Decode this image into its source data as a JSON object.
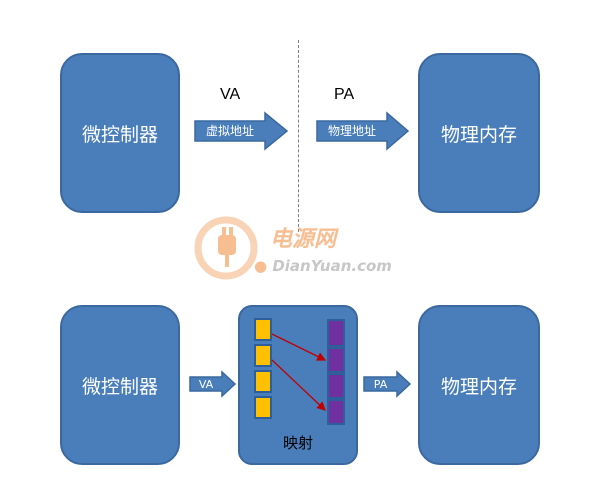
{
  "top": {
    "controller_label": "微控制器",
    "memory_label": "物理内存",
    "va_title": "VA",
    "pa_title": "PA",
    "va_arrow_text": "虚拟地址",
    "pa_arrow_text": "物理地址"
  },
  "bottom": {
    "controller_label": "微控制器",
    "memory_label": "物理内存",
    "va_arrow_text": "VA",
    "pa_arrow_text": "PA",
    "mapping_label": "映射"
  },
  "watermark": {
    "title": "电源网",
    "domain": "DianYuan.com"
  },
  "colors": {
    "box_fill": "#4a7ebb",
    "box_border": "#3a689f",
    "virtual_slot": "#ffc000",
    "physical_slot": "#7030a0",
    "mapping_arrow": "#c00000"
  }
}
